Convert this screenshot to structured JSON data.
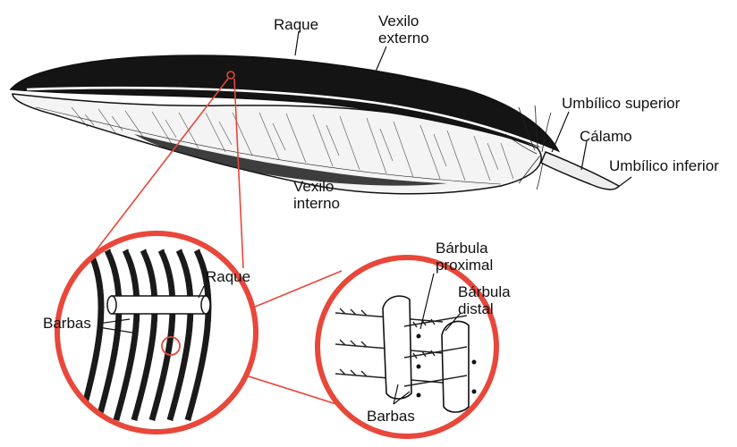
{
  "labels": {
    "raque_top": "Raque",
    "vexilo_externo_1": "Vexilo",
    "vexilo_externo_2": "externo",
    "umbilico_superior": "Umbílico superior",
    "calamo": "Cálamo",
    "umbilico_inferior": "Umbílico inferior",
    "vexilo_interno_1": "Vexilo",
    "vexilo_interno_2": "interno",
    "raque_detail": "Raque",
    "barbas_left": "Barbas",
    "barbula_proximal_1": "Bárbula",
    "barbula_proximal_2": "proximal",
    "barbula_distal_1": "Bárbula",
    "barbula_distal_2": "distal",
    "barbas_right": "Barbas"
  },
  "colors": {
    "accent_red": "#e8473a",
    "feather_dark": "#141414",
    "ink": "#111111",
    "background": "#ffffff"
  }
}
